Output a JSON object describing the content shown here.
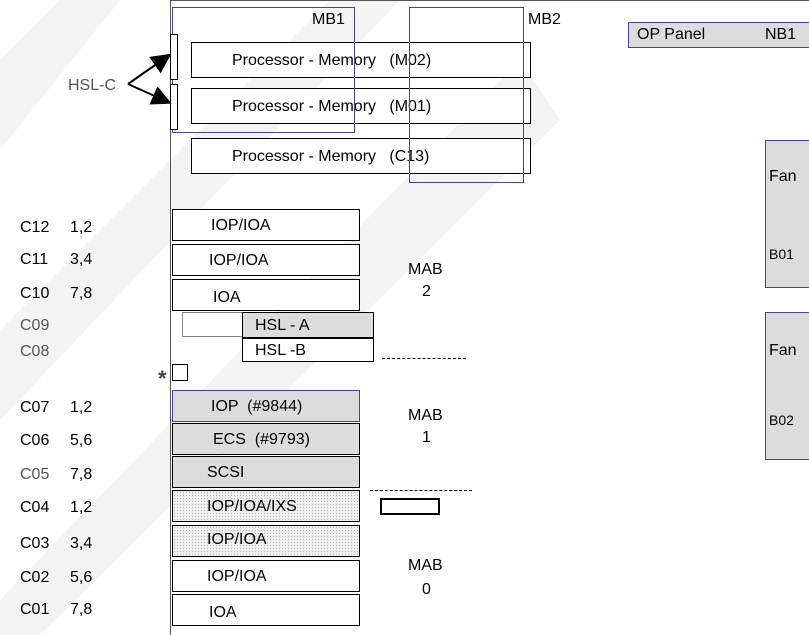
{
  "mb1_label": "MB1",
  "mb2_label": "MB2",
  "op_panel": "OP Panel",
  "nb1": "NB1",
  "hsl_c": "HSL-C",
  "processors": [
    "Processor - Memory   (M02)",
    "Processor - Memory   (M01)",
    "Processor - Memory   (C13)"
  ],
  "slot_rows": [
    {
      "id": "C12",
      "pos": "1,2"
    },
    {
      "id": "C11",
      "pos": "3,4"
    },
    {
      "id": "C10",
      "pos": "7,8"
    },
    {
      "id": "C09",
      "pos": ""
    },
    {
      "id": "C08",
      "pos": ""
    },
    {
      "id": "C07",
      "pos": "1,2"
    },
    {
      "id": "C06",
      "pos": "5,6"
    },
    {
      "id": "C05",
      "pos": "7,8"
    },
    {
      "id": "C04",
      "pos": "1,2"
    },
    {
      "id": "C03",
      "pos": "3,4"
    },
    {
      "id": "C02",
      "pos": "5,6"
    },
    {
      "id": "C01",
      "pos": "7,8"
    }
  ],
  "cards": {
    "c12": "IOP/IOA",
    "c11": "IOP/IOA",
    "c10": "IOA",
    "hsl_a": "HSL - A",
    "hsl_b": "HSL -B",
    "c07": "IOP  (#9844)",
    "c06": "ECS  (#9793)",
    "c05": "SCSI",
    "c04": "IOP/IOA/IXS",
    "c03": "IOP/IOA",
    "c02": "IOP/IOA",
    "c01": "IOA"
  },
  "mab2": [
    "MAB",
    "2"
  ],
  "mab1": [
    "MAB",
    "1"
  ],
  "mab0": [
    "MAB",
    "0"
  ],
  "fans": [
    {
      "top": "Fan",
      "bottom": "B01"
    },
    {
      "top": "Fan",
      "bottom": "B02"
    }
  ],
  "asterisk": "*"
}
